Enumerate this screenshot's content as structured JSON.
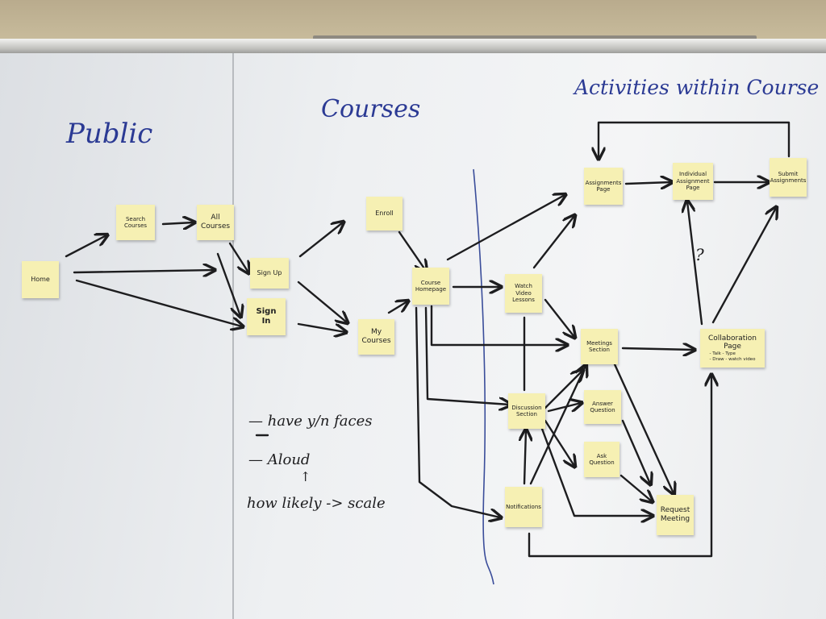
{
  "headings": {
    "public": "Public",
    "courses": "Courses",
    "activities": "Activities within Course"
  },
  "notes": {
    "home": "Home",
    "search_courses": "Search\nCourses",
    "all_courses": "All\nCourses",
    "sign_up": "Sign Up",
    "sign_in": "Sign\nIn",
    "enroll": "Enroll",
    "my_courses": "My\nCourses",
    "course_homepage": "Course\nHomepage",
    "assignments_page": "Assignments\nPage",
    "individual_assignment_page": "Individual\nAssignment\nPage",
    "submit_assignments": "Submit\nAssignments",
    "watch_video_lessons": "Watch\nVideo\nLessons",
    "meetings_section": "Meetings\nSection",
    "collaboration_page": "Collaboration\nPage",
    "collaboration_features": "- Talk   - Type\n- Draw   - watch video",
    "discussion_section": "Discussion\nSection",
    "answer_question": "Answer\nQuestion",
    "ask_question": "Ask\nQuestion",
    "notifications": "Notifications",
    "request_meeting": "Request\nMeeting"
  },
  "annotations": {
    "question_mark": "?",
    "note_line_1": "— have y/n faces",
    "note_line_2": "— Aloud",
    "note_arrow": "↑",
    "note_line_3": "how likely -> scale"
  },
  "colors": {
    "ink_blue": "#2b3a94",
    "sticky_yellow": "#f6f0b3",
    "marker_black": "#1d1d1f"
  }
}
